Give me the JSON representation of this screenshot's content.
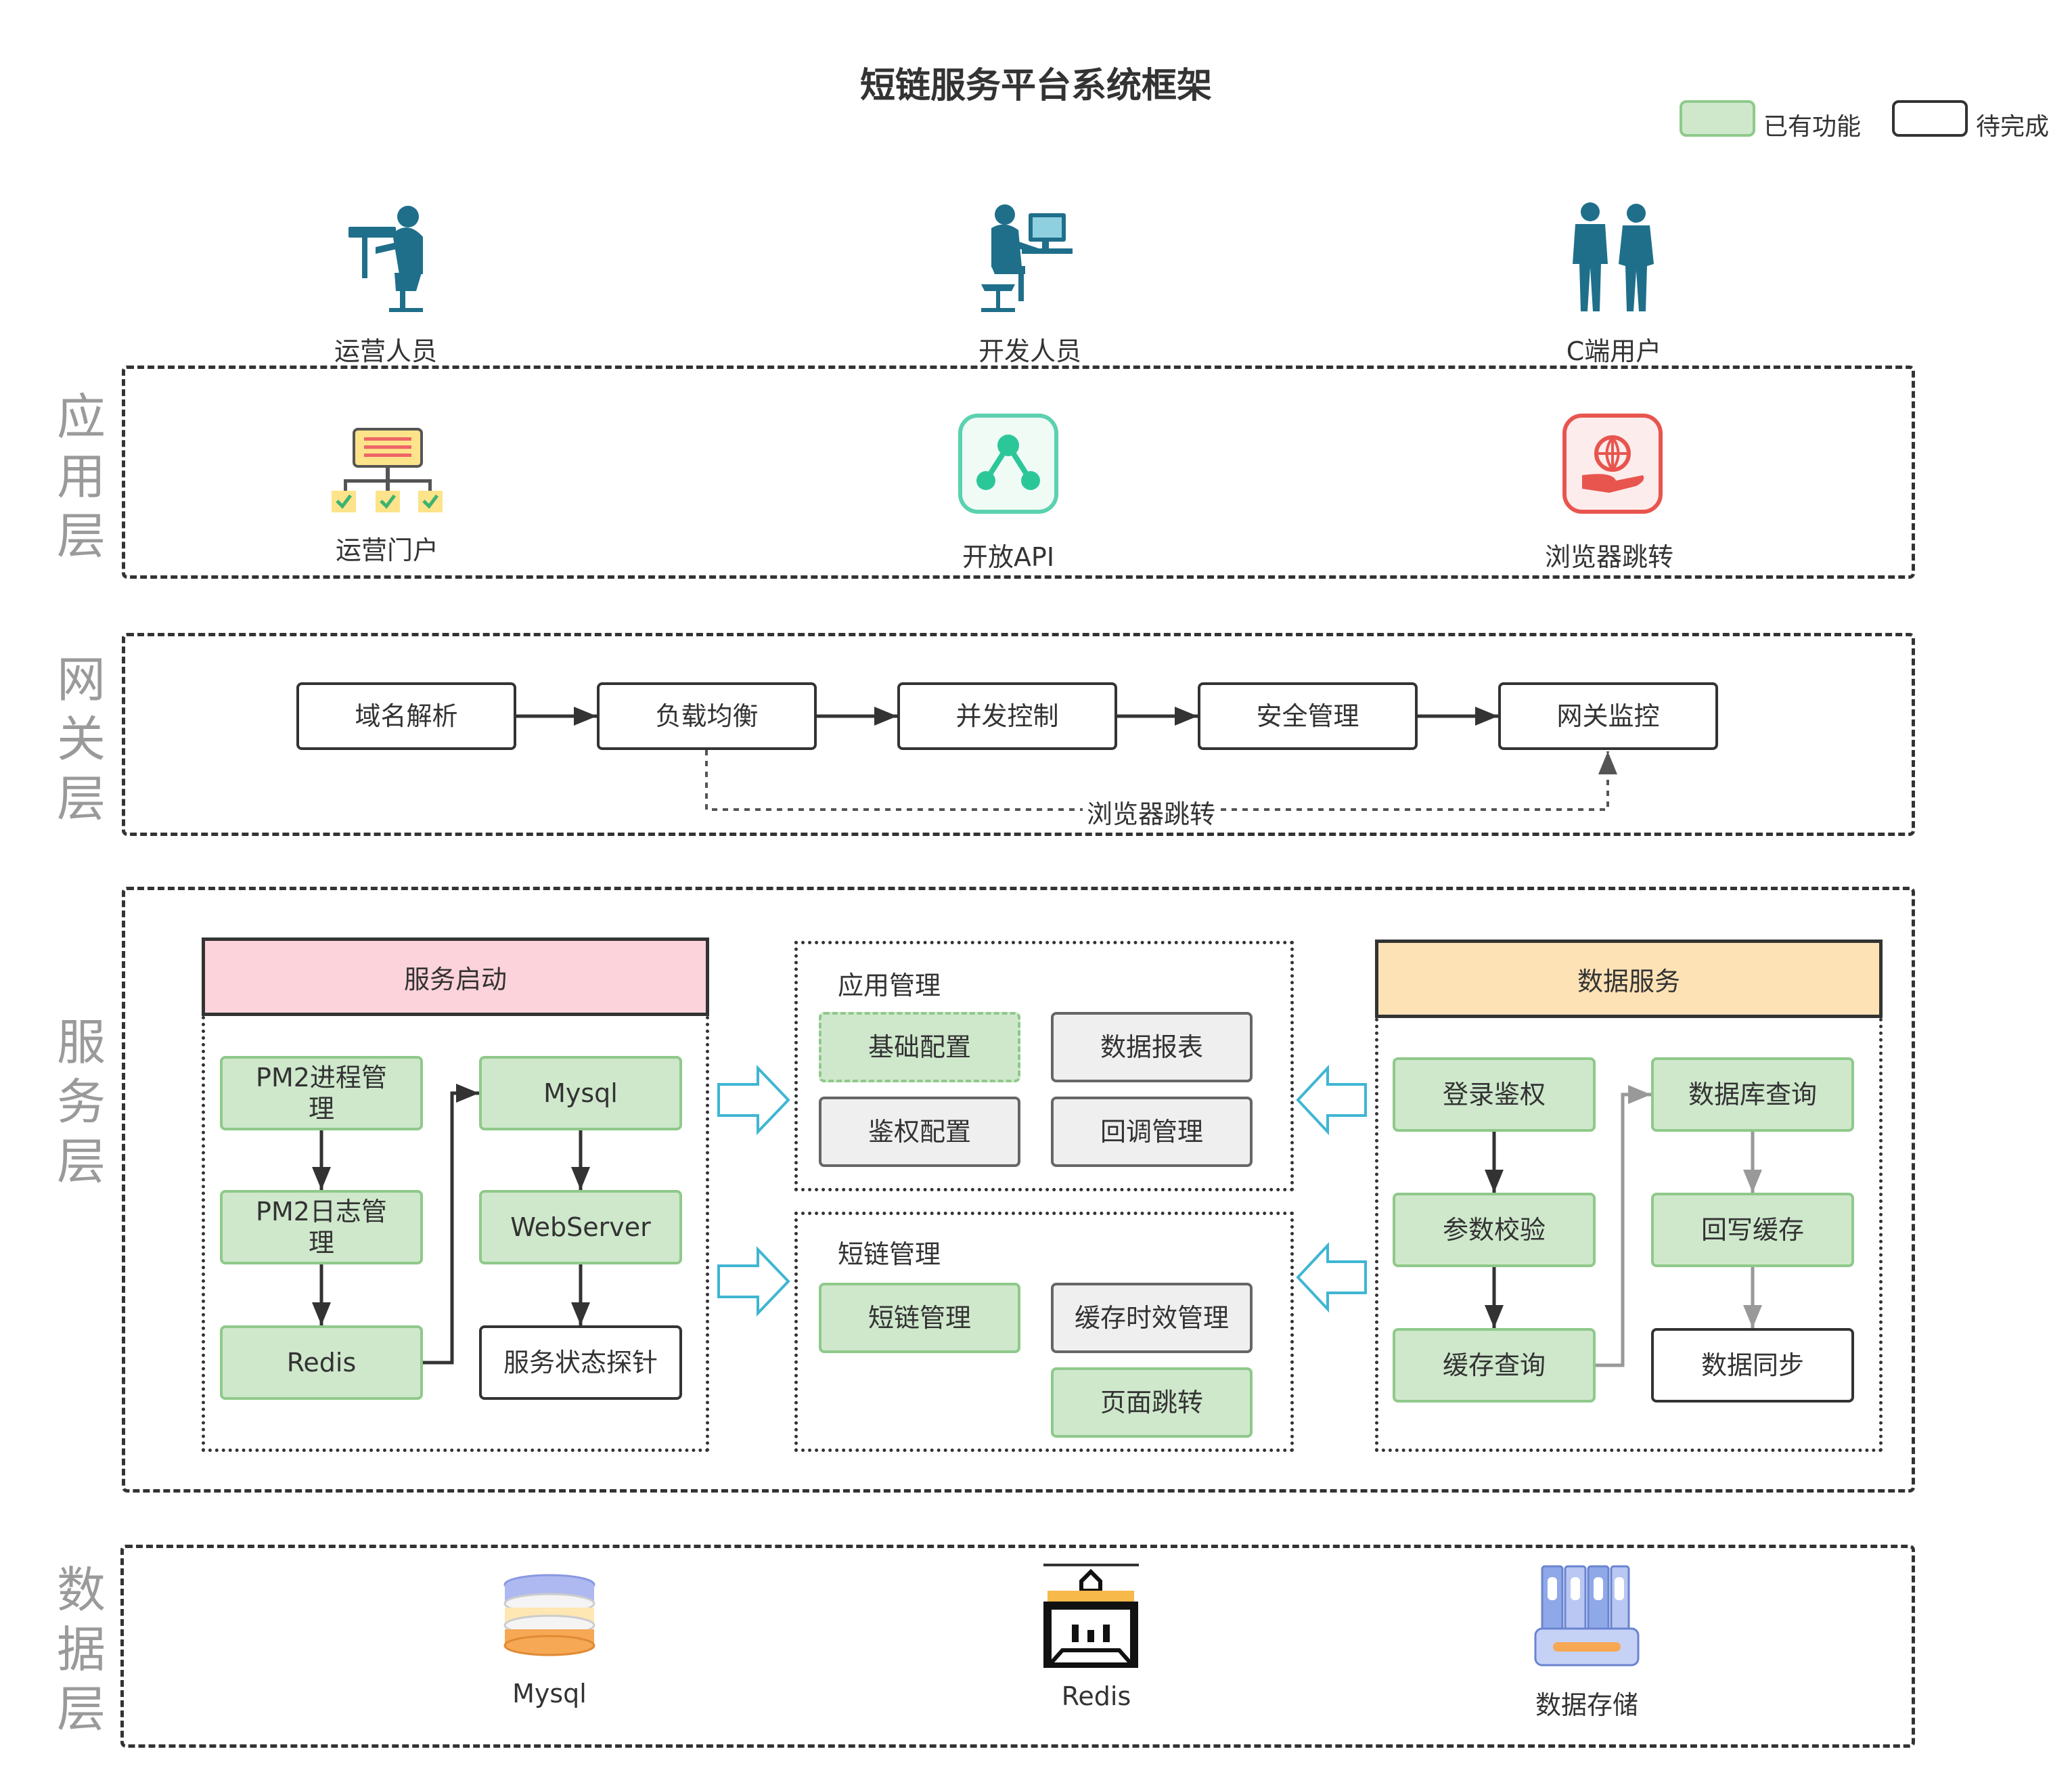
{
  "title": "短链服务平台系统框架",
  "legend": [
    {
      "label": "已有功能",
      "color": "#cfe8cc",
      "border": "#8fc98a"
    },
    {
      "label": "待完成",
      "color": "#ffffff",
      "border": "#333333"
    }
  ],
  "actors": [
    {
      "label": "运营人员",
      "icon": "operator-at-desk-icon"
    },
    {
      "label": "开发人员",
      "icon": "developer-at-computer-icon"
    },
    {
      "label": "C端用户",
      "icon": "users-couple-icon"
    }
  ],
  "layers": {
    "application": "应用层",
    "gateway": "网关层",
    "service": "服务层",
    "data": "数据层"
  },
  "application": {
    "items": [
      {
        "label": "运营门户",
        "icon": "org-chart-icon"
      },
      {
        "label": "开放API",
        "icon": "share-nodes-icon"
      },
      {
        "label": "浏览器跳转",
        "icon": "globe-hand-icon"
      }
    ]
  },
  "gateway": {
    "steps": [
      "域名解析",
      "负载均衡",
      "并发控制",
      "安全管理",
      "网关监控"
    ],
    "bypass_label": "浏览器跳转"
  },
  "service": {
    "startup": {
      "title": "服务启动",
      "items": [
        "PM2进程管\n理",
        "PM2日志管\n理",
        "Redis",
        "Mysql",
        "WebServer",
        "服务状态探针"
      ]
    },
    "app_mgmt": {
      "title": "应用管理",
      "items": [
        "基础配置",
        "数据报表",
        "鉴权配置",
        "回调管理"
      ]
    },
    "link_mgmt": {
      "title": "短链管理",
      "items": [
        "短链管理",
        "缓存时效管理",
        "页面跳转"
      ]
    },
    "data_service": {
      "title": "数据服务",
      "items": [
        "登录鉴权",
        "参数校验",
        "缓存查询",
        "数据库查询",
        "回写缓存",
        "数据同步"
      ]
    }
  },
  "data_layer": {
    "items": [
      {
        "label": "Mysql",
        "icon": "database-icon"
      },
      {
        "label": "Redis",
        "icon": "redis-building-icon"
      },
      {
        "label": "数据存储",
        "icon": "storage-binders-icon"
      }
    ]
  }
}
